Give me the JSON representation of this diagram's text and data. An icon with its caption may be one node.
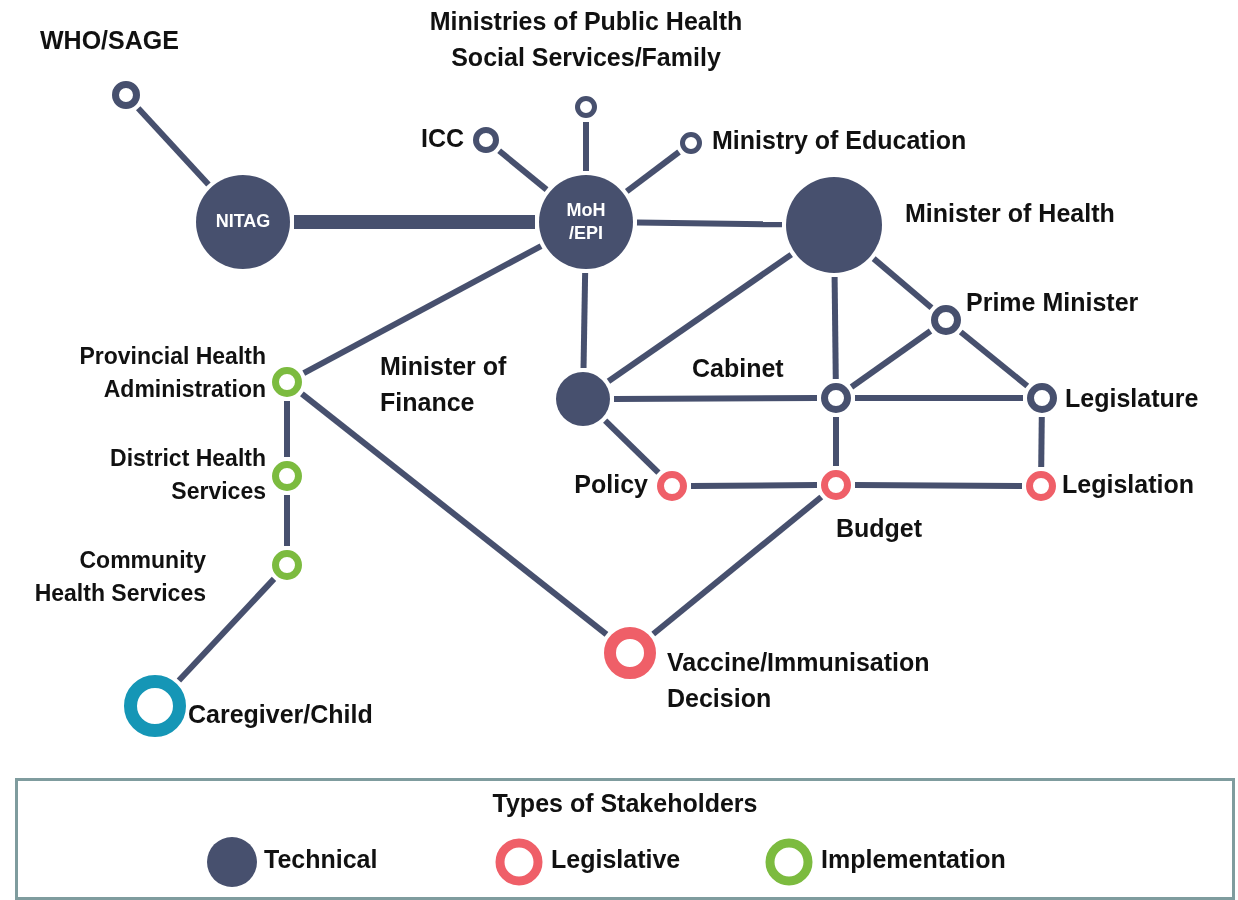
{
  "diagram": {
    "nodes": [
      {
        "text": [
          "WHO/SAGE"
        ]
      },
      {
        "text": [
          "NITAG"
        ]
      },
      {
        "text": [
          "Ministries of Public Health Social Services/Family"
        ]
      },
      {
        "text": [
          "ICC"
        ]
      },
      {
        "text": [
          "Ministry of Education"
        ]
      },
      {
        "text": [
          "MoH /EPI"
        ]
      },
      {
        "text": [
          "Minister of Health"
        ]
      },
      {
        "text": [
          "Prime Minister"
        ]
      },
      {
        "text": [
          "Provincial Health Administration"
        ]
      },
      {
        "text": [
          "Minister of Finance"
        ]
      },
      {
        "text": [
          "Cabinet"
        ]
      },
      {
        "text": [
          "Legislature"
        ]
      },
      {
        "text": [
          "District Health Services"
        ]
      },
      {
        "text": [
          "Policy"
        ]
      },
      {
        "text": [
          "Budget"
        ]
      },
      {
        "text": [
          "Legislation"
        ]
      },
      {
        "text": [
          "Community Health Services"
        ]
      },
      {
        "text": [
          "Vaccine/Immunisation Decision"
        ]
      },
      {
        "text": [
          "Caregiver/Child"
        ]
      }
    ],
    "edges": [
      {
        "from": 0,
        "to": 1,
        "arrow": "none"
      },
      {
        "from": 1,
        "to": 5,
        "arrow": "none",
        "style": "thick"
      },
      {
        "from": 5,
        "to": 3,
        "arrow": "none"
      },
      {
        "from": 5,
        "to": 2,
        "arrow": "none"
      },
      {
        "from": 5,
        "to": 4,
        "arrow": "none"
      },
      {
        "from": 5,
        "to": 6,
        "arrow": "none"
      },
      {
        "from": 5,
        "to": 8,
        "arrow": "none"
      },
      {
        "from": 5,
        "to": 9,
        "arrow": "none"
      },
      {
        "from": 6,
        "to": 9,
        "arrow": "none"
      },
      {
        "from": 6,
        "to": 10,
        "arrow": "none"
      },
      {
        "from": 6,
        "to": 7,
        "arrow": "none"
      },
      {
        "from": 7,
        "to": 10,
        "arrow": "none"
      },
      {
        "from": 7,
        "to": 11,
        "arrow": "none"
      },
      {
        "from": 9,
        "to": 10,
        "arrow": "none"
      },
      {
        "from": 10,
        "to": 11,
        "arrow": "none"
      },
      {
        "from": 9,
        "to": 13,
        "arrow": "none"
      },
      {
        "from": 13,
        "to": 14,
        "arrow": "none"
      },
      {
        "from": 14,
        "to": 15,
        "arrow": "none"
      },
      {
        "from": 11,
        "to": 15,
        "arrow": "none"
      },
      {
        "from": 10,
        "to": 14,
        "arrow": "none"
      },
      {
        "from": 8,
        "to": 12,
        "arrow": "none"
      },
      {
        "from": 12,
        "to": 16,
        "arrow": "none"
      },
      {
        "from": 16,
        "to": 18,
        "arrow": "none"
      },
      {
        "from": 8,
        "to": 17,
        "arrow": "none"
      },
      {
        "from": 14,
        "to": 17,
        "arrow": "none"
      }
    ],
    "labels": [
      "Types of Stakeholders"
    ],
    "legend": [
      {
        "text": "Technical",
        "color": "#47506e"
      },
      {
        "text": "Legislative",
        "color": "#ef5f68"
      },
      {
        "text": "Implementation",
        "color": "#7cbb3f"
      }
    ]
  }
}
